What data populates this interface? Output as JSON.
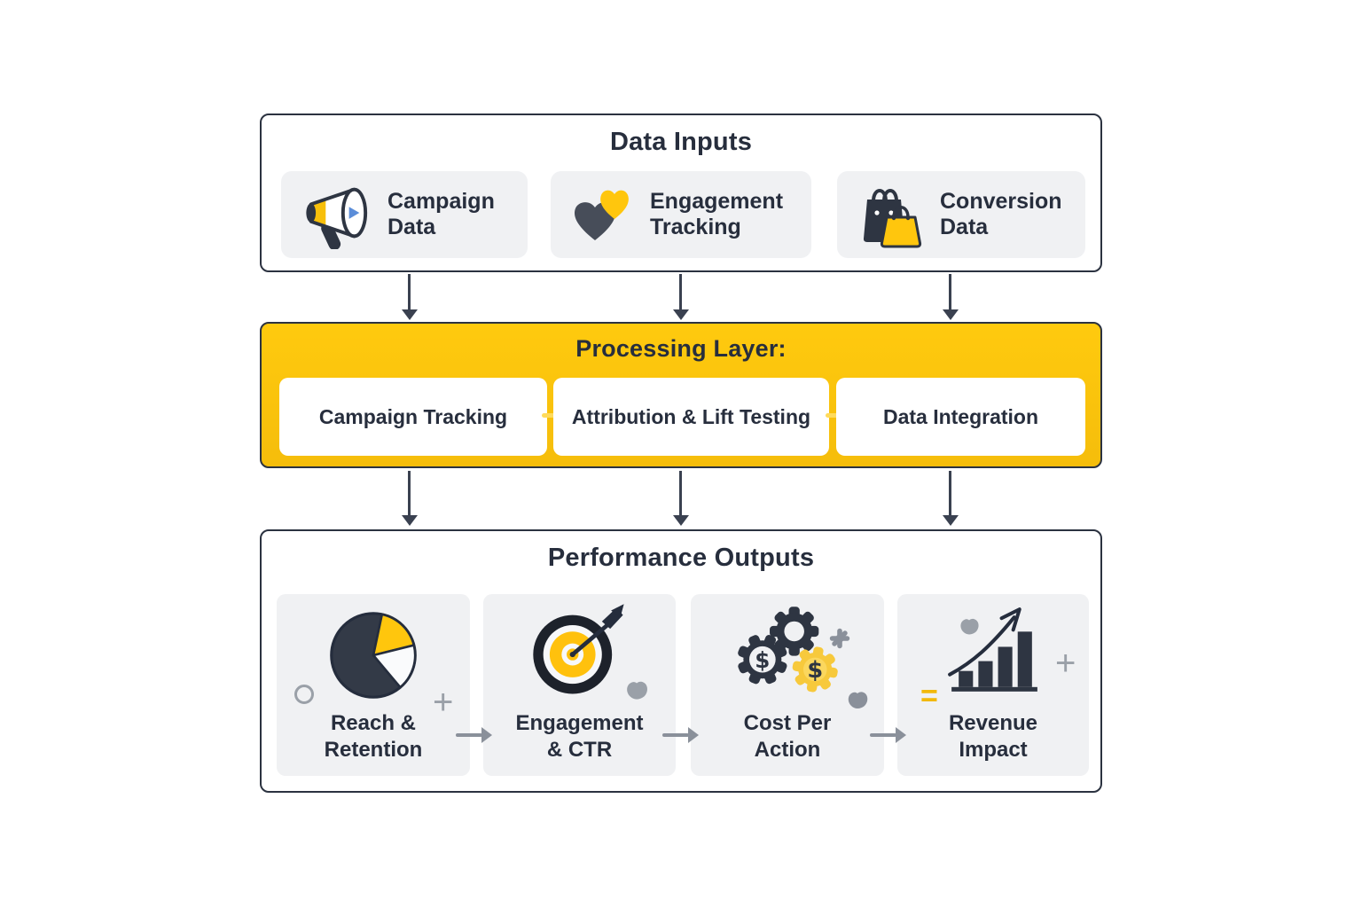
{
  "palette": {
    "yellow": "#FFC60D",
    "yellow_light": "#FFDB5C",
    "dark_navy": "#2E3542",
    "text_dark": "#272E3D",
    "card_gray": "#F0F1F3",
    "arrow_dark": "#3A4150",
    "arrow_gray": "#8A909A",
    "blue_accent": "#5B8DD9"
  },
  "input_section": {
    "title": "Data Inputs",
    "items": [
      {
        "label": "Campaign\nData",
        "icon": "megaphone-icon"
      },
      {
        "label": "Engagement\nTracking",
        "icon": "hearts-icon"
      },
      {
        "label": "Conversion\nData",
        "icon": "shopping-bags-icon"
      }
    ]
  },
  "processing_section": {
    "title": "Processing Layer:",
    "items": [
      {
        "label": "Campaign Tracking"
      },
      {
        "label": "Attribution & Lift Testing"
      },
      {
        "label": "Data Integration"
      }
    ]
  },
  "output_section": {
    "title": "Performance Outputs",
    "items": [
      {
        "label": "Reach &\nRetention",
        "icon": "pie-chart-icon"
      },
      {
        "label": "Engagement\n& CTR",
        "icon": "target-arrow-icon"
      },
      {
        "label": "Cost Per\nAction",
        "icon": "gears-dollar-icon"
      },
      {
        "label": "Revenue\nImpact",
        "icon": "bar-chart-growth-icon"
      }
    ]
  },
  "glyphs": {
    "plus": "+",
    "equals": "=",
    "dollar": "$"
  }
}
